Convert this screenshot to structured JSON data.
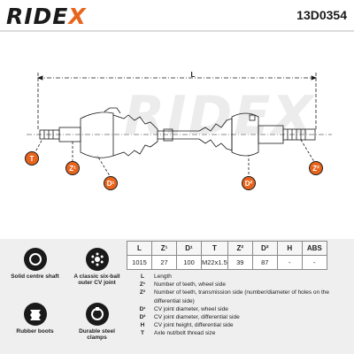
{
  "header": {
    "brand_main": "RIDE",
    "brand_accent": "X",
    "part_number": "13D0354"
  },
  "diagram": {
    "watermark": "RIDEX",
    "dim_L": "L",
    "badges": {
      "T": "T",
      "Z1": "Z¹",
      "D1": "D¹",
      "D2": "D²",
      "Z2": "Z²"
    }
  },
  "features": [
    {
      "icon": "shaft-icon",
      "label": "Solid centre shaft"
    },
    {
      "icon": "cv-joint-icon",
      "label": "A classic six-ball outer CV joint"
    },
    {
      "icon": "boot-icon",
      "label": "Rubber boots"
    },
    {
      "icon": "clamp-icon",
      "label": "Durable steel clamps"
    }
  ],
  "spec_table": {
    "headers": [
      "L",
      "Z¹",
      "D¹",
      "T",
      "Z²",
      "D²",
      "H",
      "ABS"
    ],
    "values": [
      "1015",
      "27",
      "100",
      "M22x1.5",
      "39",
      "87",
      "-",
      "-"
    ]
  },
  "legend": [
    {
      "key": "L",
      "text": "Length"
    },
    {
      "key": "Z¹",
      "text": "Number of teeth, wheel side"
    },
    {
      "key": "Z²",
      "text": "Number of teeth, transmission side (number/diameter of holes on the differential side)"
    },
    {
      "key": "D¹",
      "text": "CV joint diameter, wheel side"
    },
    {
      "key": "D²",
      "text": "CV joint diameter, differential side"
    },
    {
      "key": "H",
      "text": "CV joint height, differential side"
    },
    {
      "key": "T",
      "text": "Axle nut/bolt thread size"
    }
  ],
  "colors": {
    "accent": "#e8641d",
    "dark": "#1a1a1a",
    "panel": "#efefef"
  }
}
